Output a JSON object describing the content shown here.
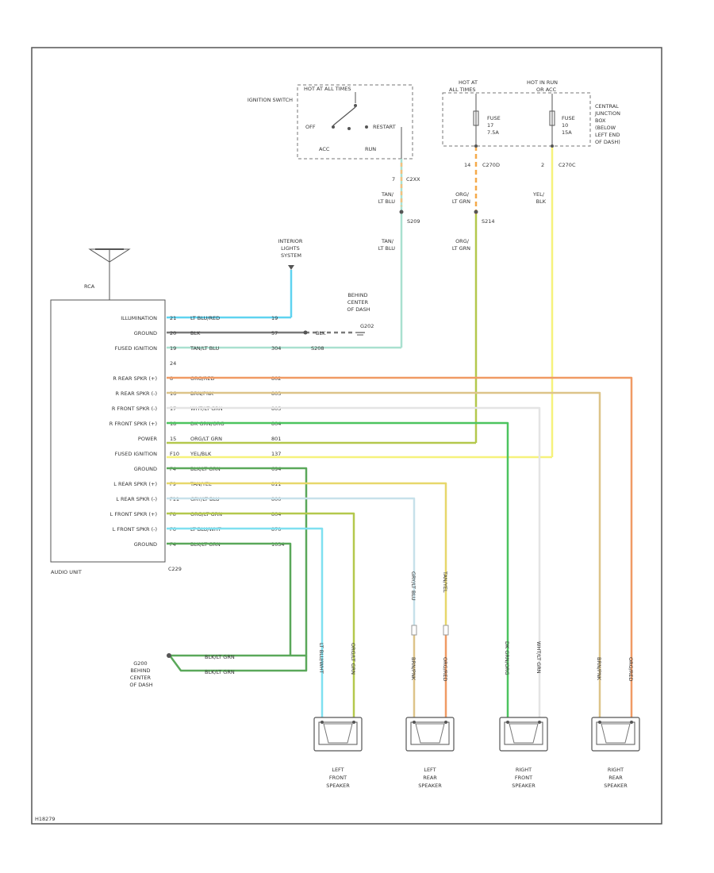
{
  "colors": {
    "lt_blu_red": "#5fd3f0",
    "blk": "#7a7a7a",
    "tan_lt_blu": "#a9e0cf",
    "org_red": "#f09a64",
    "brn_pnk": "#ddc489",
    "wht_lt_grn": "#e4e4e4",
    "dk_grn_org": "#4cc45f",
    "org_lt_grn": "#b4c84c",
    "yel_blk": "#f6f27c",
    "blk_lt_grn": "#5aa85a",
    "tan_yel": "#e7d76b",
    "gry_lt_blu": "#c7e1ea",
    "lt_blu_wht": "#7fe0f0",
    "orange_fuse": "#f5a94a"
  },
  "ignition": {
    "header": "HOT AT ALL TIMES",
    "title": "IGNITION SWITCH",
    "off": "OFF",
    "restart": "RESTART",
    "acc": "ACC",
    "run": "RUN",
    "pin": "7",
    "conn": "C2XX"
  },
  "fuse_box": {
    "hot1": "HOT AT ALL TIMES",
    "hot2": "HOT IN RUN OR ACC",
    "fuse1": [
      "FUSE",
      "17",
      "7.5A"
    ],
    "fuse2": [
      "FUSE",
      "10",
      "15A"
    ],
    "desc": [
      "CENTRAL",
      "JUNCTION",
      "BOX",
      "(BELOW",
      "LEFT END",
      "OF DASH)"
    ],
    "pin1": "14",
    "conn1": "C270D",
    "pin2": "2",
    "conn2": "C270C"
  },
  "wire_labels": {
    "tan_ltblu_a": [
      "TAN/",
      "LT BLU"
    ],
    "tan_ltblu_b": [
      "TAN/",
      "LT BLU"
    ],
    "org_ltgrn_a": [
      "ORG/",
      "LT GRN"
    ],
    "org_ltgrn_b": [
      "ORG/",
      "LT GRN"
    ],
    "yel_blk": [
      "YEL/",
      "BLK"
    ],
    "s209": "S209",
    "s214": "S214",
    "interior": [
      "INTERIOR",
      "LIGHTS",
      "SYSTEM"
    ],
    "ground_desc": [
      "BEHIND",
      "CENTER",
      "OF DASH"
    ],
    "blk": "BLK",
    "g202": "G202",
    "s208": "S208"
  },
  "antenna": {
    "label": "RCA"
  },
  "audio_unit": {
    "title": "AUDIO UNIT",
    "conn": "C229",
    "pins": [
      {
        "label": "ILLUMINATION",
        "pin": "21",
        "color": "LT BLU/RED",
        "circuit": "19"
      },
      {
        "label": "GROUND",
        "pin": "20",
        "color": "BLK",
        "circuit": "57"
      },
      {
        "label": "FUSED IGNITION",
        "pin": "19",
        "color": "TAN/LT BLU",
        "circuit": "304"
      },
      {
        "label": "",
        "pin": "24",
        "color": "",
        "circuit": ""
      },
      {
        "label": "R REAR SPKR (+)",
        "pin": "8",
        "color": "ORG/RED",
        "circuit": "802"
      },
      {
        "label": "R REAR SPKR (-)",
        "pin": "16",
        "color": "BRN/PNK",
        "circuit": "803"
      },
      {
        "label": "R FRONT SPKR (-)",
        "pin": "17",
        "color": "WHT/LT GRN",
        "circuit": "805"
      },
      {
        "label": "R FRONT SPKR (+)",
        "pin": "18",
        "color": "DK GRN/ORG",
        "circuit": "804"
      },
      {
        "label": "POWER",
        "pin": "15",
        "color": "ORG/LT GRN",
        "circuit": "801"
      },
      {
        "label": "FUSED IGNITION",
        "pin": "F10",
        "color": "YEL/BLK",
        "circuit": "137"
      },
      {
        "label": "GROUND",
        "pin": "F4",
        "color": "BLK/LT GRN",
        "circuit": "694"
      },
      {
        "label": "L REAR SPKR (+)",
        "pin": "F9",
        "color": "TAN/YEL",
        "circuit": "811"
      },
      {
        "label": "L REAR SPKR (-)",
        "pin": "F11",
        "color": "GRY/LT BLU",
        "circuit": "800"
      },
      {
        "label": "L FRONT SPKR (+)",
        "pin": "F8",
        "color": "ORG/LT GRN",
        "circuit": "804"
      },
      {
        "label": "L FRONT SPKR (-)",
        "pin": "F6",
        "color": "LT BLU/WHT",
        "circuit": "870"
      },
      {
        "label": "GROUND",
        "pin": "F4",
        "color": "BLK/LT GRN",
        "circuit": "1034"
      }
    ]
  },
  "ground_g200": {
    "label": [
      "G200",
      "BEHIND",
      "CENTER",
      "OF DASH"
    ],
    "wire1": "BLK/LT GRN",
    "wire2": "BLK/LT GRN"
  },
  "speaker_wires": {
    "gry_ltblu": "GRY/LT BLU",
    "tan_yel": "TAN/YEL",
    "lt_bluwht": "LT BLU/WHT",
    "org_ltgrn": "ORG/LT GRN",
    "brn_pnk_l": "BRN/PNK",
    "org_red_l": "ORG/RED",
    "dk_grnorg": "DK GRN/ORG",
    "wht_ltgrn": "WHT/LT GRN",
    "brn_pnk_r": "BRN/PNK",
    "org_red_r": "ORG/RED"
  },
  "speakers": [
    {
      "label": [
        "LEFT",
        "FRONT",
        "SPEAKER"
      ]
    },
    {
      "label": [
        "LEFT",
        "REAR",
        "SPEAKER"
      ]
    },
    {
      "label": [
        "RIGHT",
        "FRONT",
        "SPEAKER"
      ]
    },
    {
      "label": [
        "RIGHT",
        "REAR",
        "SPEAKER"
      ]
    }
  ],
  "footer": "H18279"
}
